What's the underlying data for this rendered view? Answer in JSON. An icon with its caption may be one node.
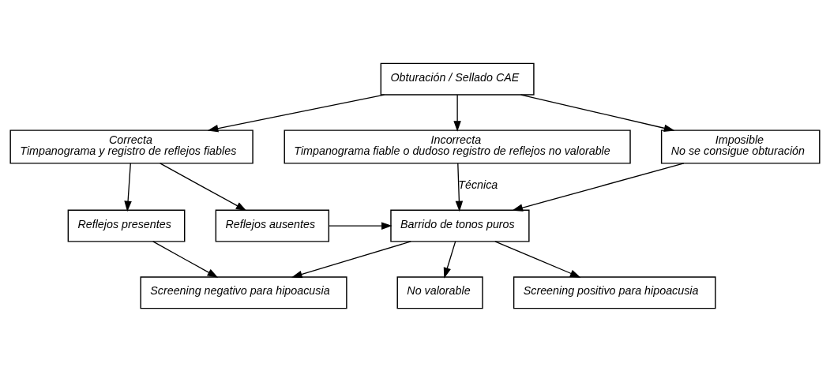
{
  "diagram": {
    "nodes": [
      {
        "text": [
          "Obturación / Sellado CAE"
        ]
      },
      {
        "text": [
          "Correcta",
          "Timpanograma y registro de reflejos fiables"
        ]
      },
      {
        "text": [
          "Incorrecta",
          "Timpanograma fiable o dudoso registro de reflejos no valorable"
        ]
      },
      {
        "text": [
          "Imposible",
          "No se consigue obturación"
        ]
      },
      {
        "text": [
          "Reflejos presentes"
        ]
      },
      {
        "text": [
          "Reflejos ausentes"
        ]
      },
      {
        "text": [
          "Barrido de tonos puros"
        ]
      },
      {
        "text": [
          "Screening negativo para hipoacusia"
        ]
      },
      {
        "text": [
          "No valorable"
        ]
      },
      {
        "text": [
          "Screening positivo para hipoacusia"
        ]
      }
    ],
    "edges": [
      {
        "from": 0,
        "to": 1,
        "arrow": "to"
      },
      {
        "from": 0,
        "to": 2,
        "arrow": "to"
      },
      {
        "from": 0,
        "to": 3,
        "arrow": "to"
      },
      {
        "from": 1,
        "to": 4,
        "arrow": "to"
      },
      {
        "from": 1,
        "to": 5,
        "arrow": "to"
      },
      {
        "from": 2,
        "to": 6,
        "arrow": "to",
        "label": "Técnica"
      },
      {
        "from": 3,
        "to": 6,
        "arrow": "to"
      },
      {
        "from": 5,
        "to": 6,
        "arrow": "to"
      },
      {
        "from": 4,
        "to": 7,
        "arrow": "to"
      },
      {
        "from": 6,
        "to": 7,
        "arrow": "to"
      },
      {
        "from": 6,
        "to": 8,
        "arrow": "to"
      },
      {
        "from": 6,
        "to": 9,
        "arrow": "to"
      }
    ]
  }
}
